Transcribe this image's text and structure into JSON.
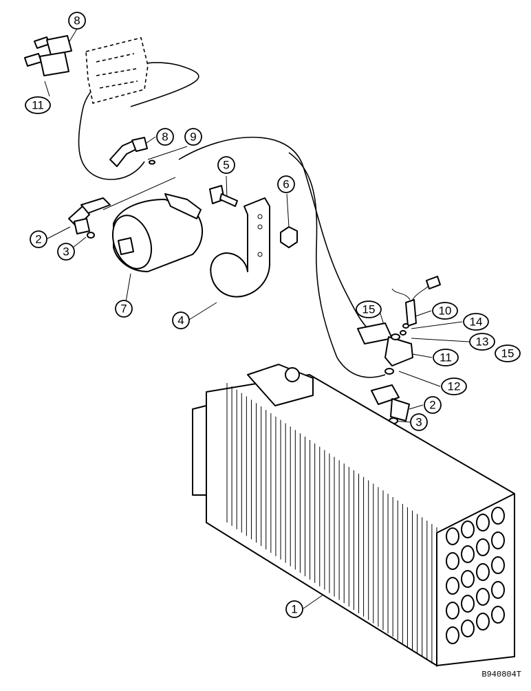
{
  "callouts": {
    "c8a": "8",
    "c11a": "11",
    "c8b": "8",
    "c9": "9",
    "c5": "5",
    "c6": "6",
    "c2a": "2",
    "c3a": "3",
    "c7": "7",
    "c4": "4",
    "c15a": "15",
    "c10": "10",
    "c14": "14",
    "c13": "13",
    "c15b": "15",
    "c11b": "11",
    "c12": "12",
    "c2b": "2",
    "c3b": "3",
    "c1": "1"
  },
  "drawing_code": "B940804T"
}
